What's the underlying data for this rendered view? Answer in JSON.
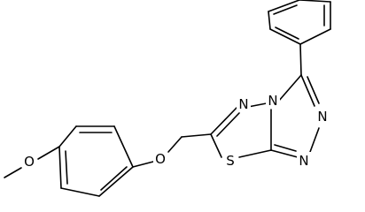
{
  "molecule": {
    "atoms": {
      "methoxy": "O",
      "ether_o": "O",
      "sulfur": "S",
      "n_thiadiazole_top": "N",
      "n_bridge": "N",
      "n_triazole_right": "N",
      "n_triazole_bottom": "N"
    }
  }
}
